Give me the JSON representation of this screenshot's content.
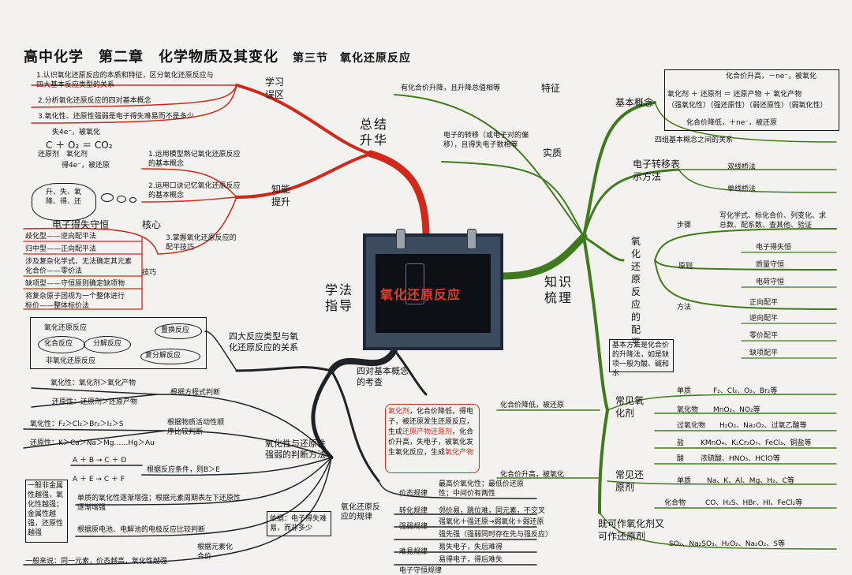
{
  "header": {
    "title": "高中化学　第二章　化学物质及其变化",
    "section": "第三节　氧化还原反应"
  },
  "center_label": "氧化还原反应",
  "branches": {
    "summary": "总结升华",
    "knowledge": "知识梳理",
    "method": "学法指导"
  },
  "summary": {
    "misunderstand_label": "学习误区",
    "misunderstand_items": [
      "1.认识氧化还原反应的本质和特征，区分氧化还原反应与四大基本反应类型的关系",
      "2.分析氧化还原反应的四对基本概念",
      "3.氧化性、还原性强弱是电子得失难易而不是多少"
    ],
    "eq_top": "失4e⁻，被氧化",
    "eq_main": "C ＋ O₂ ＝ CO₂",
    "eq_roles": "还原剂　氧化剂",
    "eq_bottom": "得4e⁻，被还原",
    "ability_label": "知能提升",
    "ability_items": [
      "1.运用模型熟记氧化还原反应的基本概念",
      "2.运用口诀记忆氧化还原反应的基本概念",
      "3.掌握氧化还原反应的配平技巧"
    ],
    "cloud_text": "升、失、氧降、得、还",
    "electron_rule": "电子得失守恒",
    "core_label": "核心",
    "skill_label": "技巧",
    "skills": [
      "歧化型——逆向配平法",
      "归中型——正向配平法",
      "涉及复杂化学式、无法确定其元素化合价——零价法",
      "缺项型——守恒原则确定缺项物",
      "将复杂原子团视为一个整体进行标价——整体标价法"
    ]
  },
  "knowledge": {
    "feature_label": "特征",
    "feature_text": "有化合价升降，且升降总值相等",
    "essence_label": "实质",
    "essence_text": "电子的转移（或电子对的偏移），且得失电子数相等",
    "basic_label": "基本概念",
    "basic_up": "化合价升高，－ne⁻，被氧化",
    "basic_eq": "氧化剂 ＋ 还原剂 ＝ 还原产物 ＋ 氧化产物",
    "basic_props": "（强氧化性）（强还原性）（弱还原性）（弱氧化性）",
    "basic_down": "化合价降低，＋ne⁻，被还原",
    "basic_pairs": "四组基本概念之间的关系",
    "transfer_label": "电子转移表示方法",
    "transfer_items": [
      "双线桥法",
      "单线桥法"
    ],
    "balance_label": "氧化还原反应的配平",
    "steps_label": "步骤",
    "steps_text": "写化学式、标化合价、列变化、求总数、配系数、查其他、验证",
    "principle_label": "原则",
    "principle_items": [
      "电子得失恒",
      "质量守恒",
      "电荷守恒"
    ],
    "method_label": "方法",
    "method_items": [
      "正向配平",
      "逆向配平",
      "零价配平",
      "缺项配平"
    ],
    "method_note": "基本方法是化合价的升降法，如是缺项一般为酸、碱和水",
    "oxidizer_label": "常见氧化剂",
    "oxidizer_arrow": "化合价降低，被还原",
    "oxidizers": [
      {
        "k": "单质",
        "v": "F₂、Cl₂、O₂、Br₂等"
      },
      {
        "k": "氧化物",
        "v": "MnO₂、NO₂等"
      },
      {
        "k": "过氧化物",
        "v": "H₂O₂、Na₂O₂、过氧乙酸等"
      },
      {
        "k": "盐",
        "v": "KMnO₄、K₂Cr₂O₇、FeCl₃、铜盐等"
      },
      {
        "k": "酸",
        "v": "浓硫酸、HNO₃、HClO等"
      }
    ],
    "reducer_label": "常见还原剂",
    "reducer_arrow": "化合价升高，被氧化",
    "reducers": [
      {
        "k": "单质",
        "v": "Na、K、Al、Mg、H₂、C等"
      },
      {
        "k": "化合物",
        "v": "CO、H₂S、HBr、HI、FeCl₂等"
      }
    ],
    "both_label": "既可作氧化剂又可作还原剂",
    "both_text": "SO₂、Na₂SO₃、H₂O₂、Na₂O₂、S等"
  },
  "method": {
    "four_types_label": "四大反应类型与氧化还原反应的关系",
    "venn": [
      "氧化还原反应",
      "化合反应",
      "分解反应",
      "非氧化还原反应",
      "置换反应",
      "复分解反应"
    ],
    "four_pairs_label": "四对基本概念的考查",
    "four_pairs_text": [
      {
        "t": "氧化剂",
        "red": true
      },
      {
        "t": "，化合价降低，得电子，被还原发生还原反应，生成",
        "red": false
      },
      {
        "t": "还原产物",
        "red": true
      },
      {
        "t": "还原剂",
        "red": true
      },
      {
        "t": "，化合价升高，失电子，被氧化发生氧化反应，生成",
        "red": false
      },
      {
        "t": "氧化产物",
        "red": true
      }
    ],
    "strength_label": "氧化性与还原性强弱的判断方法",
    "by_equation": "根据方程式判断",
    "ox_rule": "氧化性：氧化剂＞氧化产物",
    "red_rule": "还原性：还原剂＞还原产物",
    "by_activity": "根据物质活动性顺序比较判断",
    "ox_series": "氧化性：F₂＞Cl₂＞Br₂＞I₂＞S",
    "red_series": "还原性：K＞Ca＞Na＞Mg……Hg＞Au",
    "cond1": "A ＋ B → C ＋ D",
    "cond2": "A ＋ E → C ＋ F",
    "by_condition": "根据反应条件，则B＞E",
    "metal_note": "一般非金属性越强，氧化性越强；金属性越强，还原性越强",
    "by_period": "单质的氧化性逐渐增强；根据元素周期表左下还原性逐渐增强",
    "by_cell": "根据原电池、电解池的电极反应比较判断",
    "by_valence": "根据元素化合价",
    "general_note": "一般来说：同一元素，价态越高，氧化性越强",
    "basis_note": "依据：电子得失难易，而非多少",
    "rules_label": "氧化还原反应的规律",
    "rules": [
      {
        "k": "价态规律",
        "v": "最高价氧化性；最低价还原性；中间价有两性"
      },
      {
        "k": "转化规律",
        "v": "邻价易，跳位难，同元素，不交叉"
      },
      {
        "k": "强弱规律",
        "v": "强氧化＋强还原→弱氧化＋弱还原"
      },
      {
        "k": "",
        "v": "强先强（强弱同时存在先与强反应）"
      },
      {
        "k": "难易规律",
        "v": "易失电子，失后难得"
      },
      {
        "k": "",
        "v": "易得电子，得后难失"
      },
      {
        "k": "电子守恒规律",
        "v": ""
      }
    ]
  }
}
